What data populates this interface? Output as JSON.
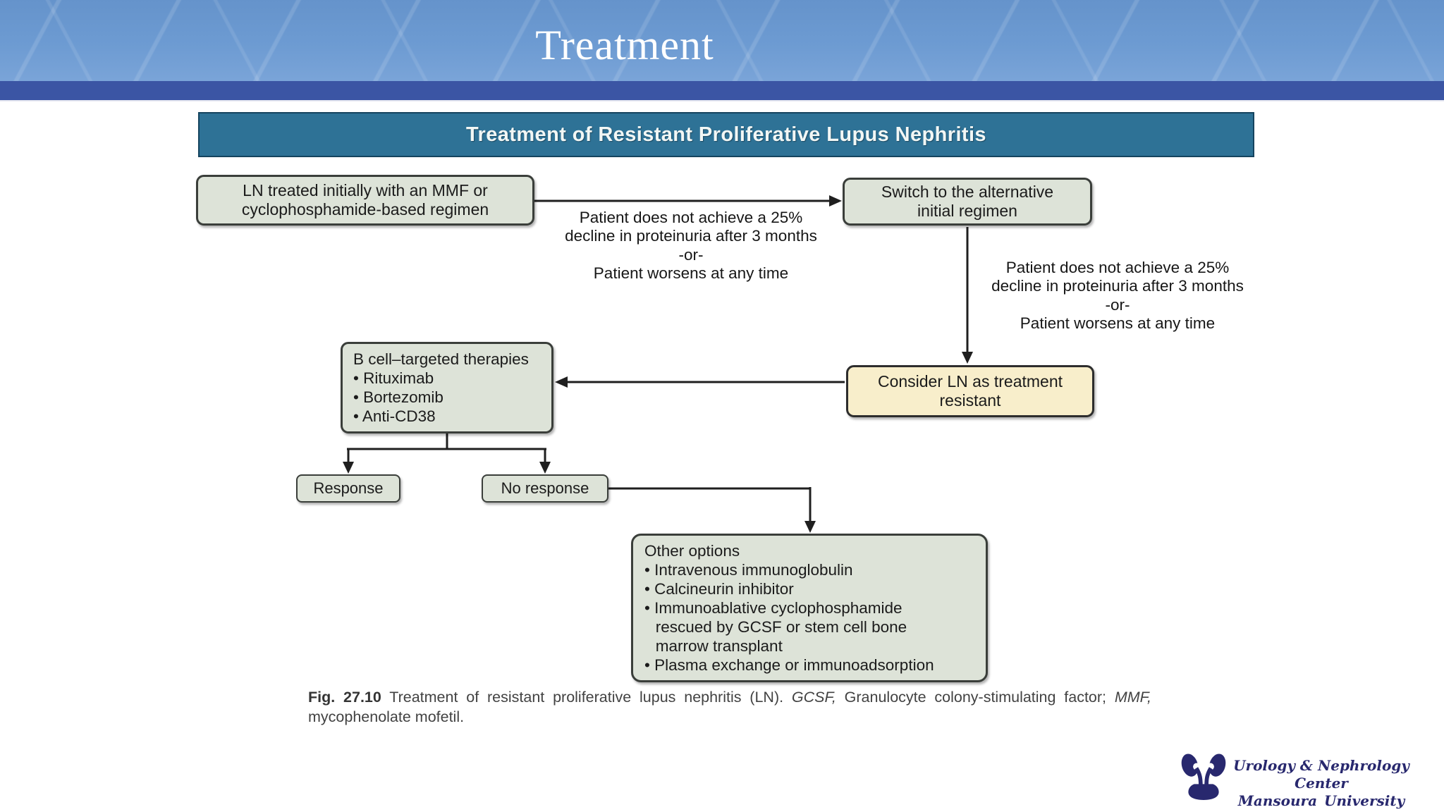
{
  "slide": {
    "title": "Treatment"
  },
  "diagram": {
    "header": "Treatment of Resistant Proliferative Lupus Nephritis",
    "box_initial": "LN treated initially with an MMF or\ncyclophosphamide-based regimen",
    "box_switch": "Switch to the alternative\ninitial regimen",
    "criteria_top": "Patient does not achieve a 25%\ndecline in proteinuria after 3 months\n-or-\nPatient worsens at any time",
    "criteria_right": "Patient does not achieve a 25%\ndecline in proteinuria after 3 months\n-or-\nPatient worsens at any time",
    "box_resistant": "Consider LN as treatment\nresistant",
    "box_bcell": "B cell–targeted therapies\n• Rituximab\n• Bortezomib\n• Anti-CD38",
    "box_response": "Response",
    "box_no_response": "No response",
    "box_other": "Other options\n• Intravenous immunoglobulin\n• Calcineurin inhibitor\n• Immunoablative cyclophosphamide\n  rescued by GCSF or stem cell bone\n  marrow transplant\n• Plasma exchange or immunoadsorption"
  },
  "caption": {
    "fig_label": "Fig. 27.10",
    "text1": " Treatment of resistant proliferative lupus nephritis (LN). ",
    "abbr_gcsf": "GCSF,",
    "text2": " Granulocyte colony-stimulating factor; ",
    "abbr_mmf": "MMF,",
    "text3": " mycophenolate mofetil."
  },
  "logo": {
    "line1": "Urology & Nephrology Center",
    "line2": "Mansoura University"
  },
  "colors": {
    "header-blue": "#6d9bd2",
    "header-navy": "#3b55a4",
    "figure-teal": "#2e7296",
    "box-fill": "#dde3d8",
    "box-highlight-fill": "#f8eecb",
    "line-ink": "#1f1f1f",
    "logo-navy": "#28286e"
  }
}
